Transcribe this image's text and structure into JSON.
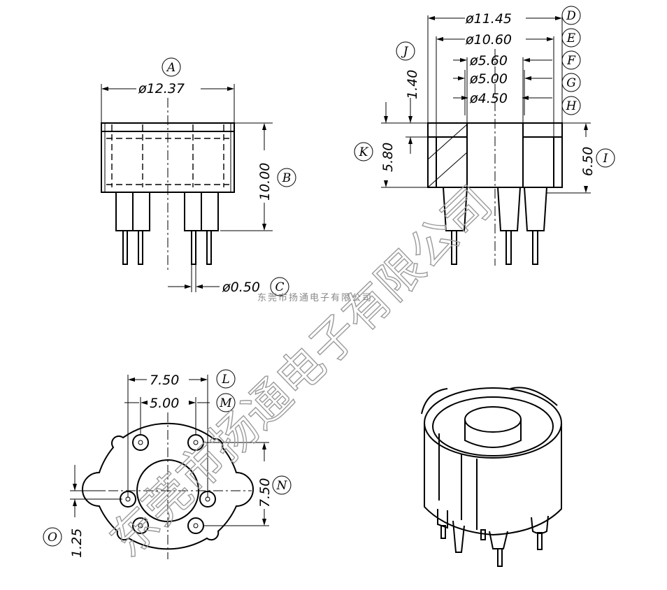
{
  "dimensions": {
    "A": {
      "tag": "A",
      "value": "ø12.37"
    },
    "B": {
      "tag": "B",
      "value": "10.00"
    },
    "C": {
      "tag": "C",
      "value": "ø0.50"
    },
    "D": {
      "tag": "D",
      "value": "ø11.45"
    },
    "E": {
      "tag": "E",
      "value": "ø10.60"
    },
    "F": {
      "tag": "F",
      "value": "ø5.60"
    },
    "G": {
      "tag": "G",
      "value": "ø5.00"
    },
    "H": {
      "tag": "H",
      "value": "ø4.50"
    },
    "I": {
      "tag": "I",
      "value": "6.50"
    },
    "J": {
      "tag": "J",
      "value": "1.40"
    },
    "K": {
      "tag": "K",
      "value": "5.80"
    },
    "L": {
      "tag": "L",
      "value": "7.50"
    },
    "M": {
      "tag": "M",
      "value": "5.00"
    },
    "N": {
      "tag": "N",
      "value": "7.50"
    },
    "O": {
      "tag": "O",
      "value": "1.25"
    }
  },
  "watermark": {
    "large": "东莞市扬通电子有限公司",
    "small": "东莞市扬通电子有限公司"
  },
  "colors": {
    "line": "#000000",
    "watermark": "#9a9a9a",
    "background": "#ffffff"
  }
}
